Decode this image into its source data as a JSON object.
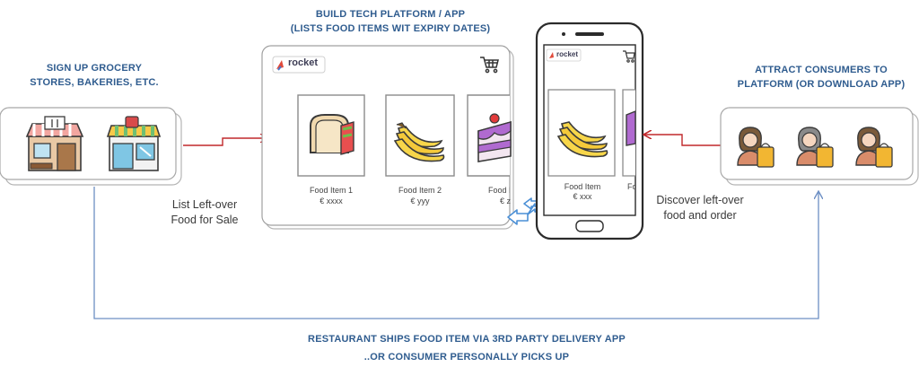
{
  "steps": {
    "signup": {
      "line1": "SIGN UP GROCERY",
      "line2": "STORES, BAKERIES, ETC."
    },
    "build": {
      "line1": "BUILD TECH PLATFORM / APP",
      "line2": "(LISTS FOOD ITEMS WIT EXPIRY DATES)"
    },
    "attract": {
      "line1": "ATTRACT CONSUMERS TO",
      "line2": "PLATFORM (OR DOWNLOAD APP)"
    },
    "ship": {
      "line1": "RESTAURANT SHIPS FOOD ITEM VIA 3RD PARTY DELIVERY APP",
      "line2": "..OR CONSUMER PERSONALLY PICKS UP"
    }
  },
  "notes": {
    "list": {
      "line1": "List Left-over",
      "line2": "Food for Sale"
    },
    "discover": {
      "line1": "Discover left-over",
      "line2": "food and order"
    }
  },
  "platform": {
    "brand": "rocket",
    "items": [
      {
        "name": "Food Item 1",
        "price": "€ xxxx",
        "icon": "sandwich-icon"
      },
      {
        "name": "Food Item 2",
        "price": "€ yyy",
        "icon": "banana-icon"
      },
      {
        "name": "Food I",
        "price": "€ z",
        "icon": "cake-icon"
      }
    ]
  },
  "phone": {
    "brand": "rocket",
    "items": [
      {
        "name": "Food Item",
        "price": "€ xxx",
        "icon": "banana-icon"
      },
      {
        "name": "Fo",
        "price": "",
        "icon": "cake-icon"
      }
    ]
  },
  "colors": {
    "heading": "#2f5c8f",
    "flow_arrow": "#c0282b",
    "return_line": "#6d8fc4",
    "sync_arrow": "#4a8fd6"
  }
}
